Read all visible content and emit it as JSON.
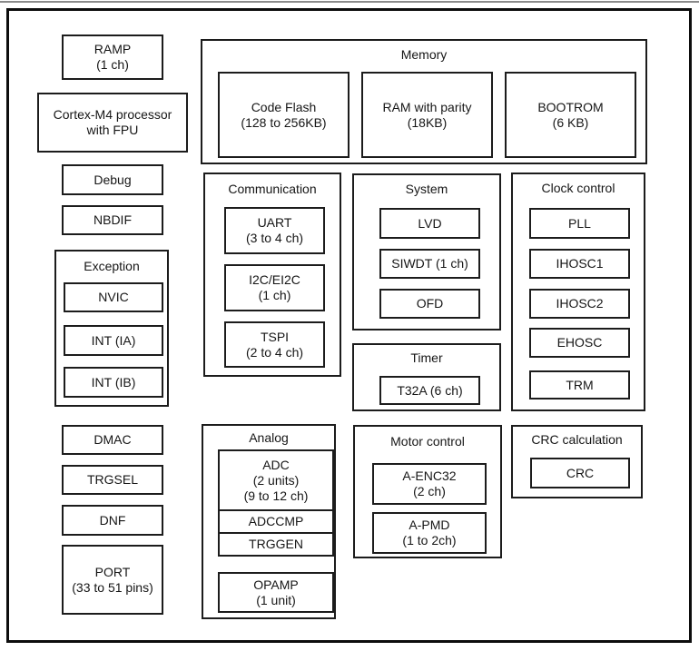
{
  "singles": {
    "ramp": "RAMP\n(1 ch)",
    "cortex": "Cortex-M4 processor\nwith FPU",
    "debug": "Debug",
    "nbdif": "NBDIF",
    "dmac": "DMAC",
    "trgsel": "TRGSEL",
    "dnf": "DNF",
    "port": "PORT\n(33 to 51 pins)"
  },
  "groups": {
    "memory": {
      "title": "Memory",
      "items": [
        "Code Flash\n(128 to 256KB)",
        "RAM with parity\n(18KB)",
        "BOOTROM\n(6 KB)"
      ]
    },
    "exception": {
      "title": "Exception",
      "items": [
        "NVIC",
        "INT (IA)",
        "INT (IB)"
      ]
    },
    "communication": {
      "title": "Communication",
      "items": [
        "UART\n(3 to 4 ch)",
        "I2C/EI2C\n(1 ch)",
        "TSPI\n(2 to 4 ch)"
      ]
    },
    "system": {
      "title": "System",
      "items": [
        "LVD",
        "SIWDT (1 ch)",
        "OFD"
      ]
    },
    "timer": {
      "title": "Timer",
      "items": [
        "T32A (6 ch)"
      ]
    },
    "clock_control": {
      "title": "Clock control",
      "items": [
        "PLL",
        "IHOSC1",
        "IHOSC2",
        "EHOSC",
        "TRM"
      ]
    },
    "analog": {
      "title": "Analog",
      "adc_stack": [
        "ADC\n(2 units)\n(9 to 12 ch)",
        "ADCCMP",
        "TRGGEN"
      ],
      "opamp": "OPAMP\n(1 unit)"
    },
    "motor_control": {
      "title": "Motor control",
      "items": [
        "A-ENC32\n(2 ch)",
        "A-PMD\n(1 to 2ch)"
      ]
    },
    "crc_calculation": {
      "title": "CRC calculation",
      "items": [
        "CRC"
      ]
    }
  }
}
